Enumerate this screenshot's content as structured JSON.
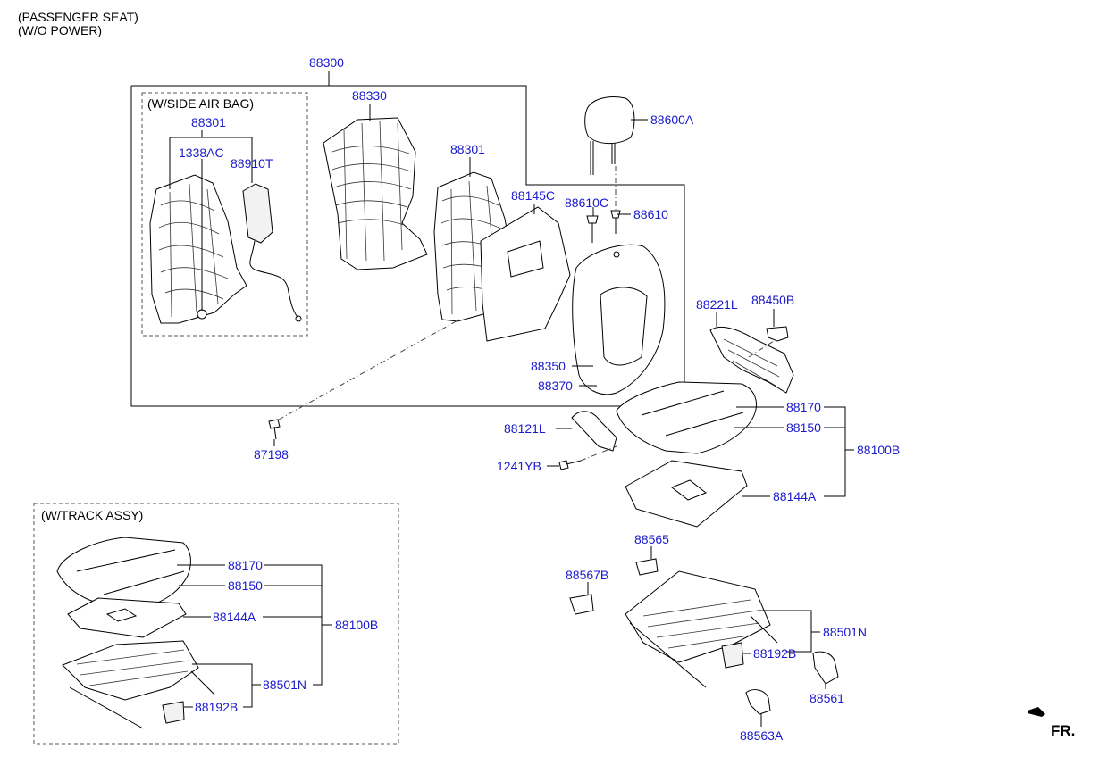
{
  "header": {
    "line1": "(PASSENGER SEAT)",
    "line2": "(W/O POWER)"
  },
  "groups": {
    "side_air_bag": "(W/SIDE AIR BAG)",
    "track_assy": "(W/TRACK ASSY)"
  },
  "direction": "FR.",
  "labels": {
    "p88300": "88300",
    "p88330": "88330",
    "p88301_a": "88301",
    "p1338AC": "1338AC",
    "p88910T": "88910T",
    "p88301_b": "88301",
    "p88145C": "88145C",
    "p88610C": "88610C",
    "p88610": "88610",
    "p88600A": "88600A",
    "p88350": "88350",
    "p88370": "88370",
    "p88221L": "88221L",
    "p88450B": "88450B",
    "p88170": "88170",
    "p88150": "88150",
    "p88100B": "88100B",
    "p88144A": "88144A",
    "p88121L": "88121L",
    "p1241YB": "1241YB",
    "p87198": "87198",
    "p88565": "88565",
    "p88567B": "88567B",
    "p88501N": "88501N",
    "p88192B": "88192B",
    "p88561": "88561",
    "p88563A": "88563A",
    "t88170": "88170",
    "t88150": "88150",
    "t88144A": "88144A",
    "t88100B": "88100B",
    "t88501N": "88501N",
    "t88192B": "88192B"
  },
  "colors": {
    "label": "#1a1acc",
    "line": "#000000"
  }
}
